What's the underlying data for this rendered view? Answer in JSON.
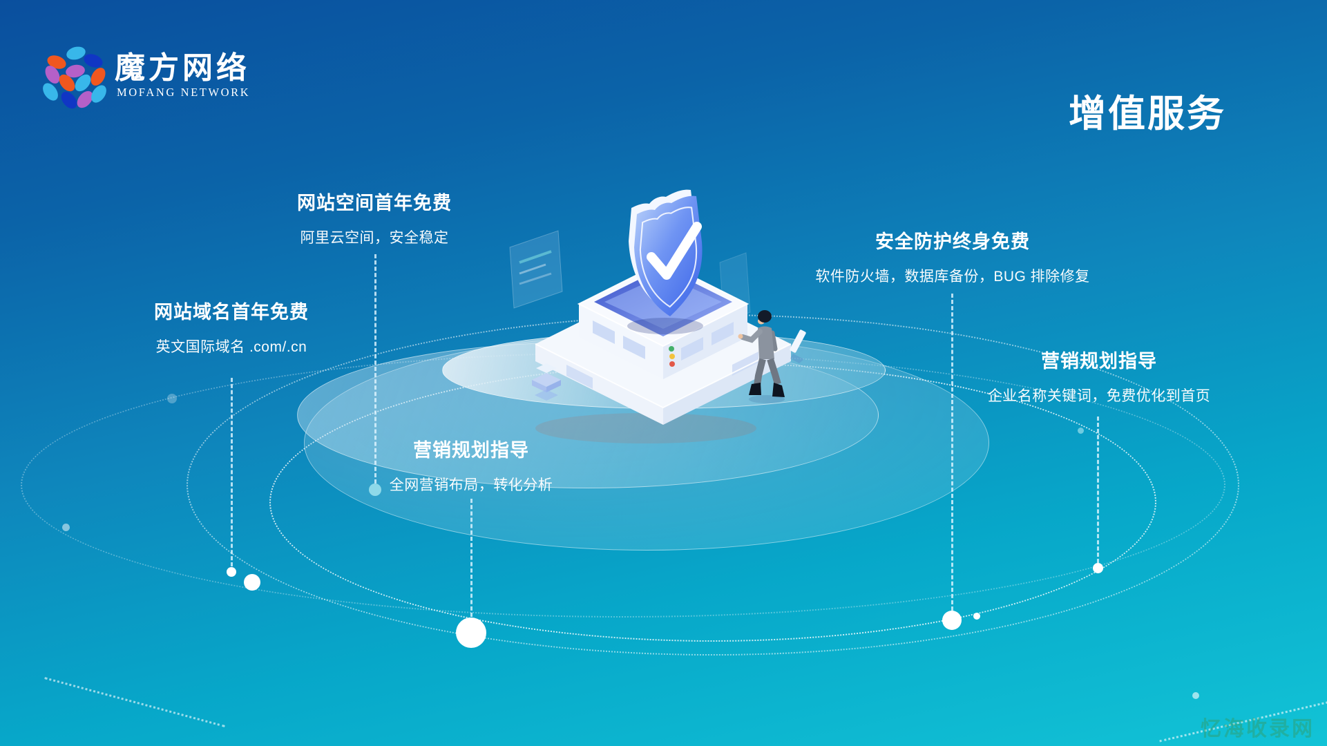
{
  "page": {
    "title": "增值服务"
  },
  "brand": {
    "name_zh": "魔方网络",
    "name_en": "MOFANG NETWORK",
    "logo_icon": "cluster-of-colored-dots-cube",
    "logo_colors": {
      "cyan": "#38b7ea",
      "orange": "#f0571f",
      "blue": "#1036c4",
      "purple": "#b560c8"
    }
  },
  "callouts": [
    {
      "title": "网站空间首年免费",
      "desc": "阿里云空间，安全稳定"
    },
    {
      "title": "网站域名首年免费",
      "desc": "英文国际域名 .com/.cn"
    },
    {
      "title": "安全防护终身免费",
      "desc": "软件防火墙，数据库备份，BUG 排除修复"
    },
    {
      "title": "营销规划指导",
      "desc": "企业名称关键词，免费优化到首页"
    },
    {
      "title": "营销规划指导",
      "desc": "全网营销布局，转化分析"
    }
  ],
  "illustration": {
    "name": "isometric-security-platform",
    "elements": [
      "shield-check-icon",
      "glass-document-panel",
      "walking-person",
      "status-indicator-dots",
      "small-cube-stack"
    ],
    "status_dot_colors": [
      "#44b06a",
      "#f2c23e",
      "#e25848"
    ]
  },
  "watermark": "忆海收录网",
  "colors": {
    "bg_top": "#0a4f9e",
    "bg_mid": "#0e86bc",
    "bg_bottom": "#12c3d6",
    "text": "#ffffff",
    "shield_blue": "#4a73ec"
  }
}
